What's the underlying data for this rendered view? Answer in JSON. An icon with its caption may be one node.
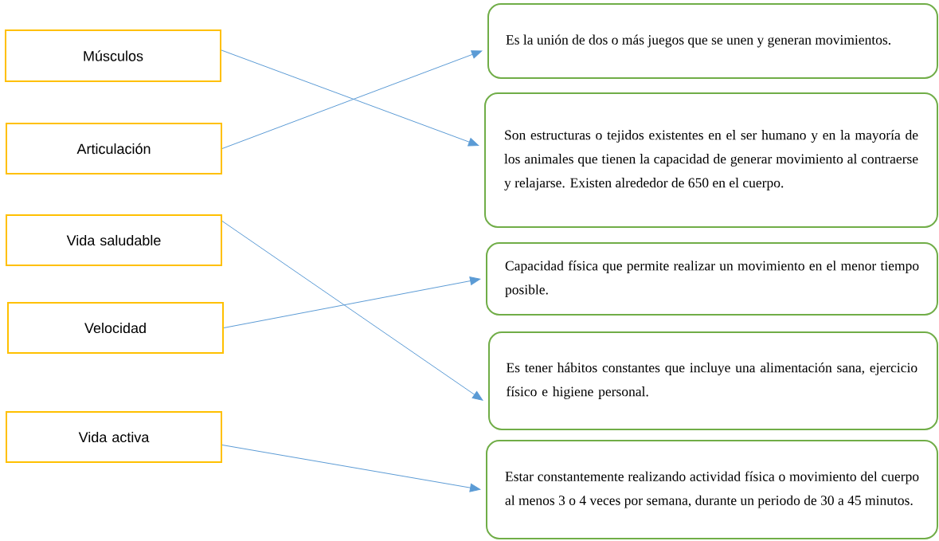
{
  "diagram": {
    "nodes": [
      {
        "text": [
          "Músculos"
        ]
      },
      {
        "text": [
          "Articulación"
        ]
      },
      {
        "text": [
          "Vida saludable"
        ]
      },
      {
        "text": [
          "Velocidad"
        ]
      },
      {
        "text": [
          "Vida activa"
        ]
      },
      {
        "text": [
          "Es la unión de dos o más juegos que se unen y generan movimientos."
        ]
      },
      {
        "text": [
          "Son estructuras o tejidos existentes en el ser humano y en la mayoría de los animales que tienen la capacidad de generar movimiento al contraerse y relajarse. Existen alrededor de 650 en el cuerpo."
        ]
      },
      {
        "text": [
          "Capacidad física que permite realizar un movimiento en el menor tiempo posible."
        ]
      },
      {
        "text": [
          "Es tener hábitos constantes que incluye una alimentación sana, ejercicio físico e higiene personal."
        ]
      },
      {
        "text": [
          "Estar constantemente realizando actividad física o movimiento del cuerpo al menos 3 o 4 veces por semana, durante un periodo de 30 a 45 minutos."
        ]
      }
    ],
    "edges": [
      {
        "from": 0,
        "to": 6,
        "arrow": "to"
      },
      {
        "from": 1,
        "to": 5,
        "arrow": "to"
      },
      {
        "from": 2,
        "to": 8,
        "arrow": "to"
      },
      {
        "from": 3,
        "to": 7,
        "arrow": "to"
      },
      {
        "from": 4,
        "to": 9,
        "arrow": "to"
      }
    ]
  }
}
